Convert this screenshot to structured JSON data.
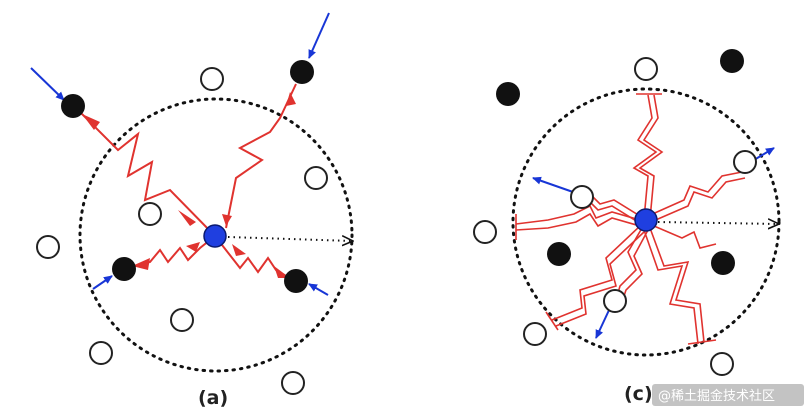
{
  "panels": [
    {
      "id": "a",
      "label": "(a)"
    },
    {
      "id": "c",
      "label": "(c)"
    }
  ],
  "watermark": "@稀土掘金技术社区",
  "colors": {
    "background": "#ffffff",
    "boundary": "#111111",
    "filled_particle": "#111111",
    "hollow_particle_fill": "#ffffff",
    "hollow_particle_stroke": "#222222",
    "center_particle": "#1f3fe0",
    "interaction": "#e0332f",
    "incoming_arrow": "#1836d6",
    "radius_arrow": "#111111",
    "watermark_bg": "#b9b9b9"
  },
  "icons": {
    "center": "blue-center-particle-icon",
    "filled": "filled-particle-icon",
    "hollow": "hollow-particle-icon"
  }
}
